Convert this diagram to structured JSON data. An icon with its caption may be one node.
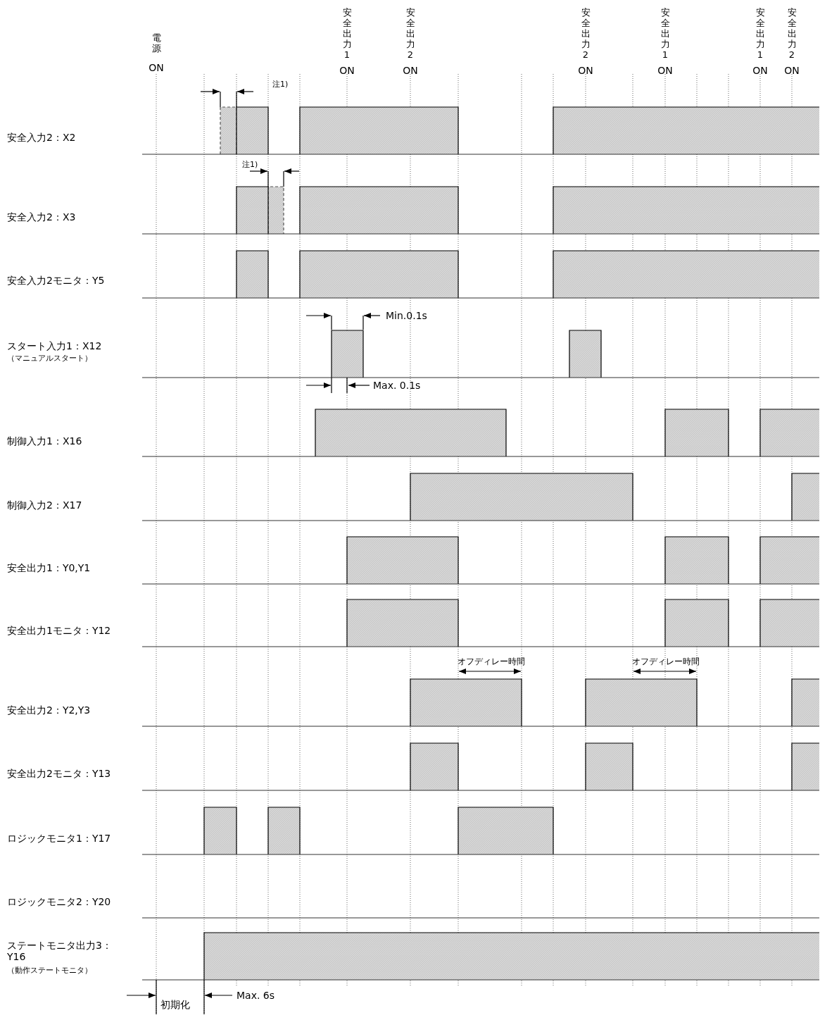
{
  "diagram": {
    "labels": [
      "電源",
      "ON",
      "安全出力1",
      "ON",
      "安全出力2",
      "ON",
      "安全出力2",
      "ON",
      "安全出力1",
      "ON",
      "安全出力1",
      "ON",
      "安全出力2",
      "ON",
      "注1)",
      "安全入力2：X2",
      "注1)",
      "安全入力2：X3",
      "安全入力2モニタ：Y5",
      "Min.0.1s",
      "スタート入力1：X12",
      "（マニュアルスタート）",
      "Max. 0.1s",
      "制御入力1：X16",
      "制御入力2：X17",
      "安全出力1：Y0,Y1",
      "安全出力1モニタ：Y12",
      "オフディレー時間",
      "オフディレー時間",
      "安全出力2：Y2,Y3",
      "安全出力2モニタ：Y13",
      "ロジックモニタ1：Y17",
      "ロジックモニタ2：Y20",
      "ステートモニタ出力3： Y16",
      "（動作ステートモニタ）",
      "初期化",
      "Max. 6s"
    ]
  }
}
